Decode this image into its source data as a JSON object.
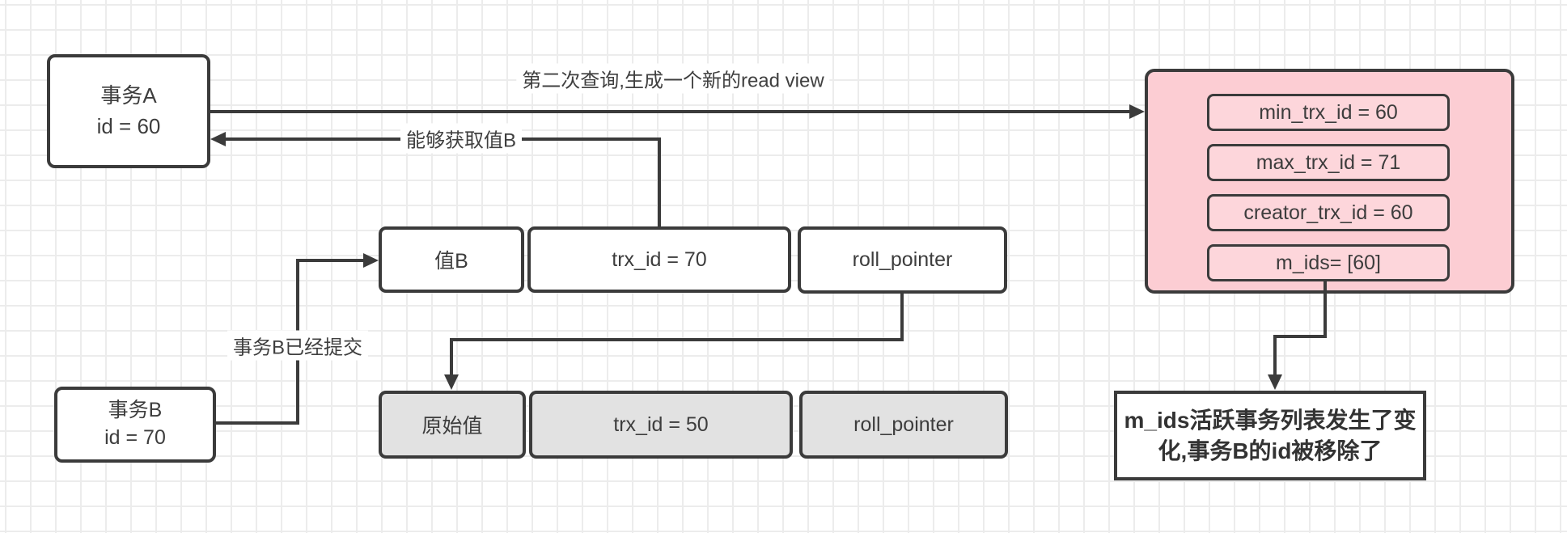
{
  "theme": {
    "stroke": "#3b3b3b",
    "pink": "#fccdd3",
    "pink-inner": "#fdd6db",
    "gray-fill": "#e2e2e2",
    "grid": "#ececec"
  },
  "transaction_a": {
    "name": "事务A",
    "id_label": "id = 60"
  },
  "transaction_b": {
    "name": "事务B",
    "id_label": "id = 70"
  },
  "labels": {
    "second_query": "第二次查询,生成一个新的read view",
    "can_get_value_b": "能够获取值B",
    "txn_b_committed": "事务B已经提交"
  },
  "version_chain": {
    "current": {
      "cells": [
        {
          "label": "值B"
        },
        {
          "label": "trx_id = 70"
        },
        {
          "label": "roll_pointer"
        }
      ]
    },
    "old": {
      "cells": [
        {
          "label": "原始值"
        },
        {
          "label": "trx_id = 50"
        },
        {
          "label": "roll_pointer"
        }
      ]
    }
  },
  "read_view": {
    "fields": [
      {
        "label": "min_trx_id = 60"
      },
      {
        "label": "max_trx_id = 71"
      },
      {
        "label": "creator_trx_id = 60"
      },
      {
        "label": "m_ids= [60]"
      }
    ]
  },
  "note": {
    "line1": "m_ids活跃事务列表发生了变",
    "line2": "化,事务B的id被移除了"
  }
}
